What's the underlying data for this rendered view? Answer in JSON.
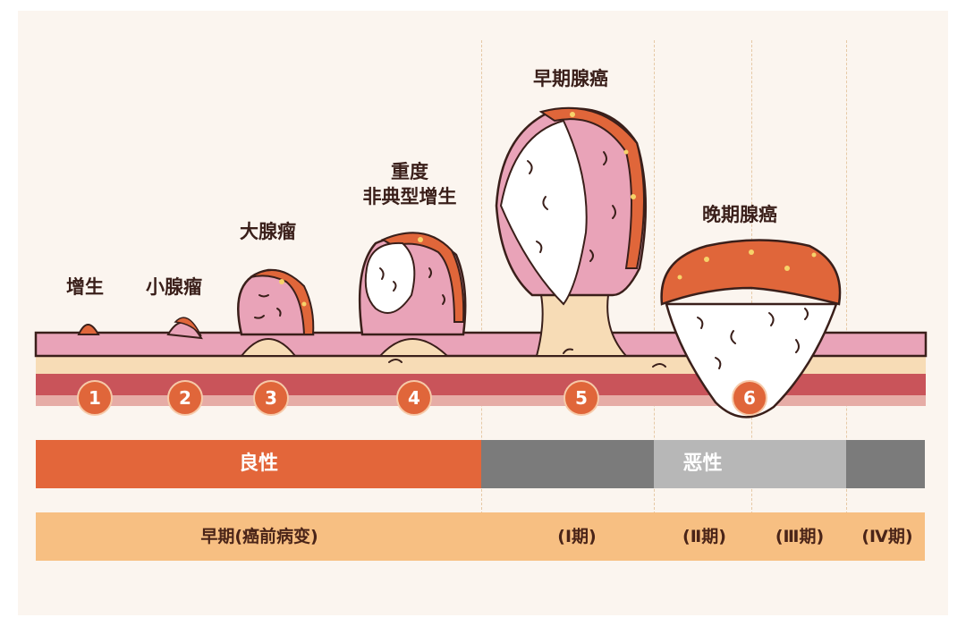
{
  "stages": [
    {
      "number": "1",
      "label": "增生"
    },
    {
      "number": "2",
      "label": "小腺瘤"
    },
    {
      "number": "3",
      "label": "大腺瘤"
    },
    {
      "number": "4",
      "label_line1": "重度",
      "label_line2": "非典型增生"
    },
    {
      "number": "5",
      "label": "早期腺癌"
    },
    {
      "number": "6",
      "label": "晚期腺癌"
    }
  ],
  "nature_bar": {
    "benign": "良性",
    "malignant": "恶性"
  },
  "period_bar": {
    "early": "早期(癌前病变)",
    "stage1": "(Ⅰ期)",
    "stage2": "(Ⅱ期)",
    "stage3": "(Ⅲ期)",
    "stage4": "(Ⅳ期)"
  },
  "colors": {
    "orange": "#e0663a",
    "mucosa": "#e9a3b8",
    "submucosa": "#f7dcb6",
    "gray_dark": "#7b7b7b",
    "gray_light": "#b7b7b7",
    "peach": "#f7bf82"
  }
}
